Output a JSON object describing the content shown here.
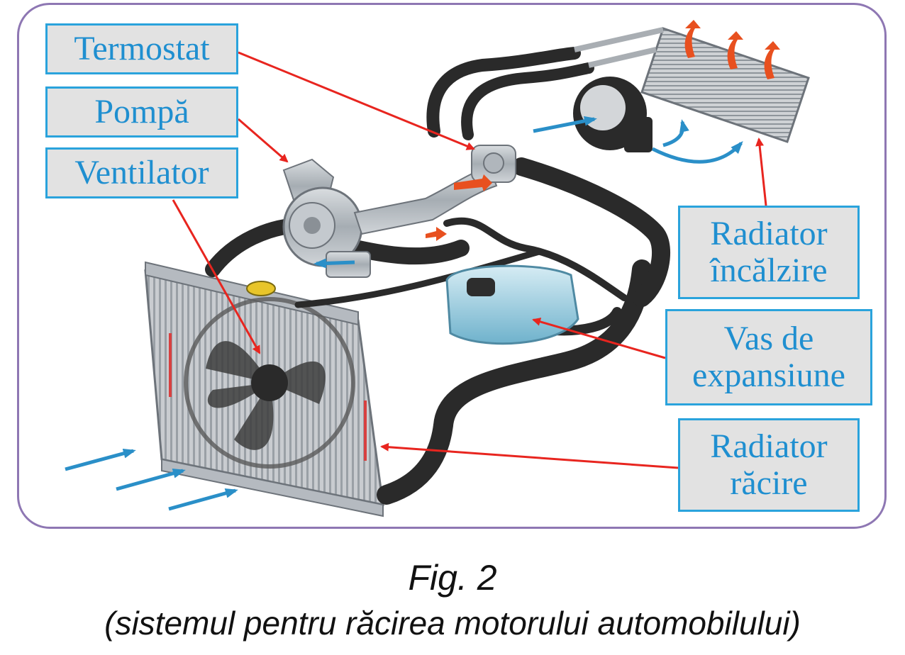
{
  "labels": {
    "termostat": "Termostat",
    "pompa": "Pompă",
    "ventilator": "Ventilator",
    "radiator_incalzire": [
      "Radiator",
      "încălzire"
    ],
    "vas_expansiune": [
      "Vas de",
      "expansiune"
    ],
    "radiator_racire": [
      "Radiator",
      "răcire"
    ]
  },
  "caption": {
    "figure": "Fig. 2",
    "description": "(sistemul pentru răcirea motorului automobilului)"
  },
  "colors": {
    "frame": "#8e77b3",
    "label_border": "#2aa3dc",
    "label_bg": "#e2e2e2",
    "label_text": "#1f8fd0",
    "pointer": "#e8251f",
    "hose": "#2a2a2a",
    "coolant_tank": "#8ec6d8",
    "airflow": "#2a8fc8",
    "hot_flow": "#e8501f"
  }
}
